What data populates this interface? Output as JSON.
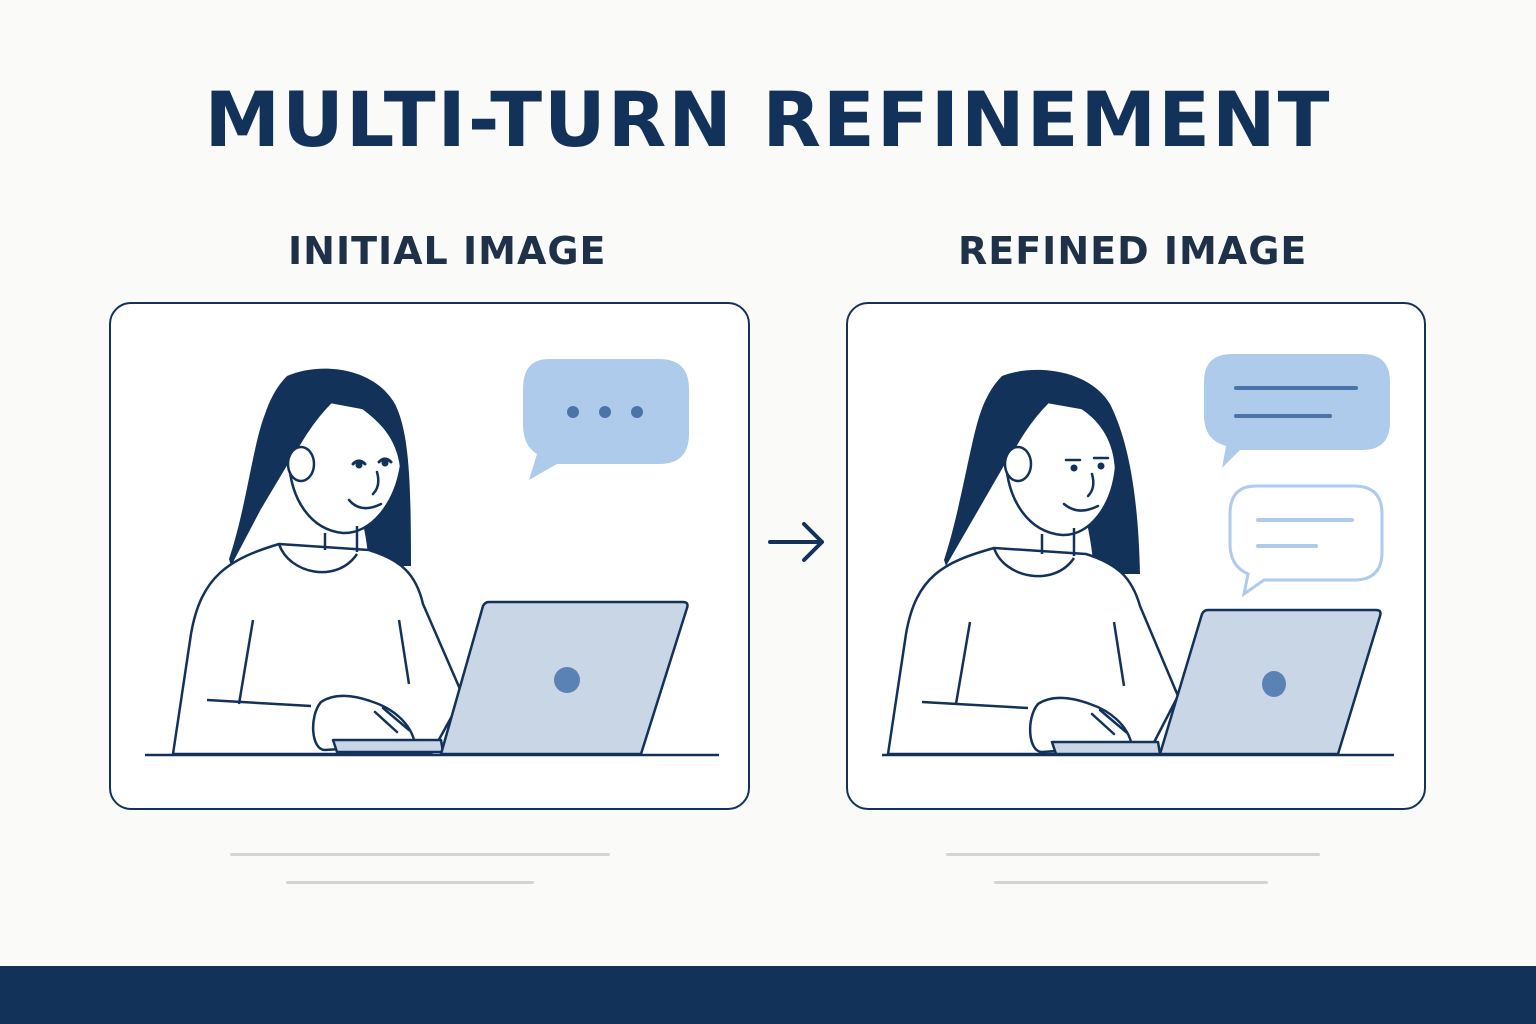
{
  "title": "MULTI-TURN REFINEMENT",
  "panels": [
    {
      "label": "INITIAL IMAGE",
      "bubble": "typing-dots"
    },
    {
      "label": "REFINED IMAGE",
      "bubble": "two-message-bubbles"
    }
  ],
  "colors": {
    "navy": "#13325a",
    "bubble_fill": "#afcbec",
    "laptop_fill": "#c9d6e6",
    "logo": "#5b82b4",
    "caption_line": "#d4d4d4"
  }
}
